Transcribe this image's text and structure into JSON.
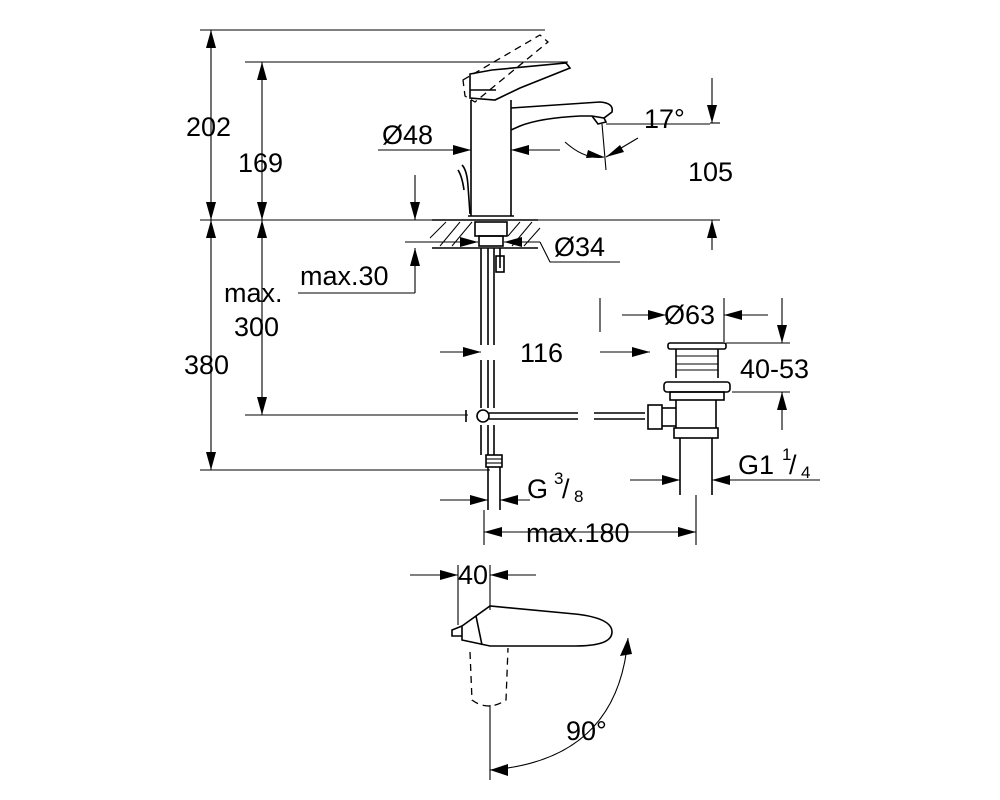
{
  "dimensions": {
    "total_height": "202",
    "spout_height": "169",
    "body_diameter": "Ø48",
    "spout_angle": "17°",
    "spout_reach": "105",
    "mounting_hole": "Ø34",
    "deck_thickness": "max.30",
    "tail_max_word": "max.",
    "tail_max_value": "300",
    "tail_length": "380",
    "pipe_offset": "116",
    "waste_diameter": "Ø63",
    "waste_range": "40-53",
    "waste_thread_base": "G1",
    "waste_thread_num": "1",
    "waste_thread_den": "4",
    "supply_thread_base": "G",
    "supply_thread_num": "3",
    "supply_thread_den": "8",
    "pull_rod_max": "max.180",
    "lever_offset": "40",
    "lever_rotation": "90°"
  }
}
